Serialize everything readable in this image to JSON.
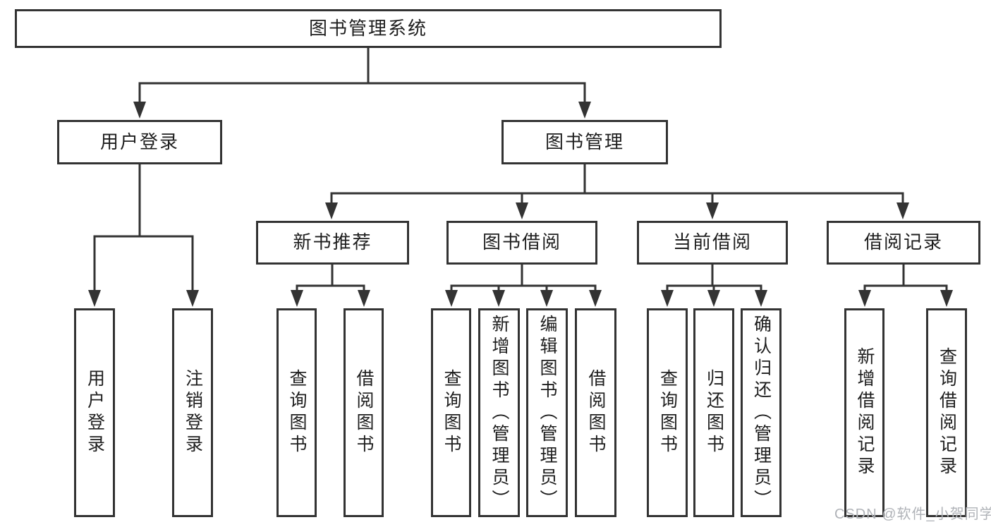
{
  "tree": {
    "root": {
      "label": "图书管理系统",
      "children": [
        {
          "label": "用户登录",
          "children": [
            {
              "label": "用户登录"
            },
            {
              "label": "注销登录"
            }
          ]
        },
        {
          "label": "图书管理",
          "children": [
            {
              "label": "新书推荐",
              "children": [
                {
                  "label": "查询图书"
                },
                {
                  "label": "借阅图书"
                }
              ]
            },
            {
              "label": "图书借阅",
              "children": [
                {
                  "label": "查询图书"
                },
                {
                  "label": "新增图书（管理员）"
                },
                {
                  "label": "编辑图书（管理员）"
                },
                {
                  "label": "借阅图书"
                }
              ]
            },
            {
              "label": "当前借阅",
              "children": [
                {
                  "label": "查询图书"
                },
                {
                  "label": "归还图书"
                },
                {
                  "label": "确认归还（管理员）"
                }
              ]
            },
            {
              "label": "借阅记录",
              "children": [
                {
                  "label": "新增借阅记录"
                },
                {
                  "label": "查询借阅记录"
                }
              ]
            }
          ]
        }
      ]
    }
  },
  "watermark": {
    "text": "CSDN @软件_小贺同学"
  },
  "colors": {
    "line": "#333333",
    "text": "#1e1e1e",
    "watermark": "#b0b3b8",
    "background": "#ffffff"
  }
}
